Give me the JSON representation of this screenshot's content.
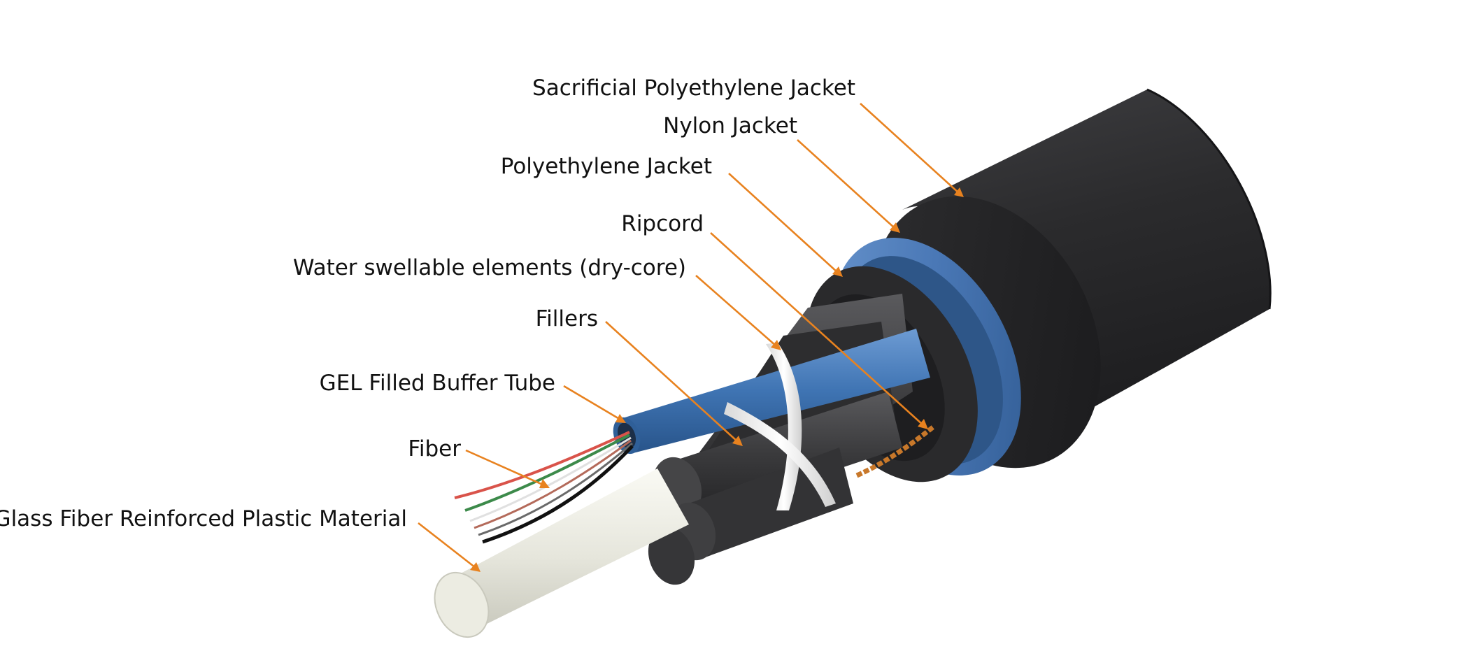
{
  "diagram": {
    "accent_color": "#e8821f",
    "labels": {
      "sacrificial_jacket": "Sacrificial Polyethylene Jacket",
      "nylon_jacket": "Nylon Jacket",
      "polyethylene_jacket": "Polyethylene Jacket",
      "ripcord": "Ripcord",
      "water_swellable": "Water swellable elements (dry-core)",
      "fillers": "Fillers",
      "gel_buffer_tube": "GEL Filled Buffer Tube",
      "fiber": "Fiber",
      "glass_fiber_rod": "Glass Fiber Reinforced Plastic Material"
    },
    "colors": {
      "outer_jacket": "#2a2a2c",
      "nylon_jacket": "#4a78b6",
      "buffer_tube": "#3f74b3",
      "filler": "#3a3a3c",
      "binder_tape": "#ececec",
      "ripcord": "#c8782a",
      "central_member": "#e9e9e0"
    }
  }
}
